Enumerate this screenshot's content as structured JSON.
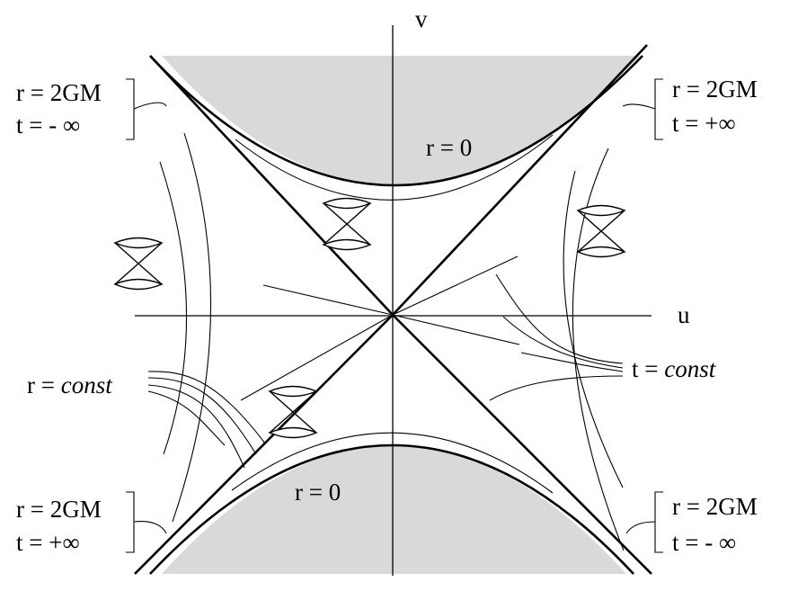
{
  "axes": {
    "v": "v",
    "u": "u"
  },
  "singularity_top": "r = 0",
  "singularity_bottom": "r = 0",
  "corners": {
    "top_left": {
      "r": "r = 2GM",
      "t": "t = - ∞"
    },
    "top_right": {
      "r": "r = 2GM",
      "t": "t = +∞"
    },
    "bottom_left": {
      "r": "r = 2GM",
      "t": "t = +∞"
    },
    "bottom_right": {
      "r": "r = 2GM",
      "t": "t = - ∞"
    }
  },
  "r_const_label": {
    "prefix": "r = ",
    "word": "const"
  },
  "t_const_label": {
    "prefix": "t = ",
    "word": "const"
  }
}
